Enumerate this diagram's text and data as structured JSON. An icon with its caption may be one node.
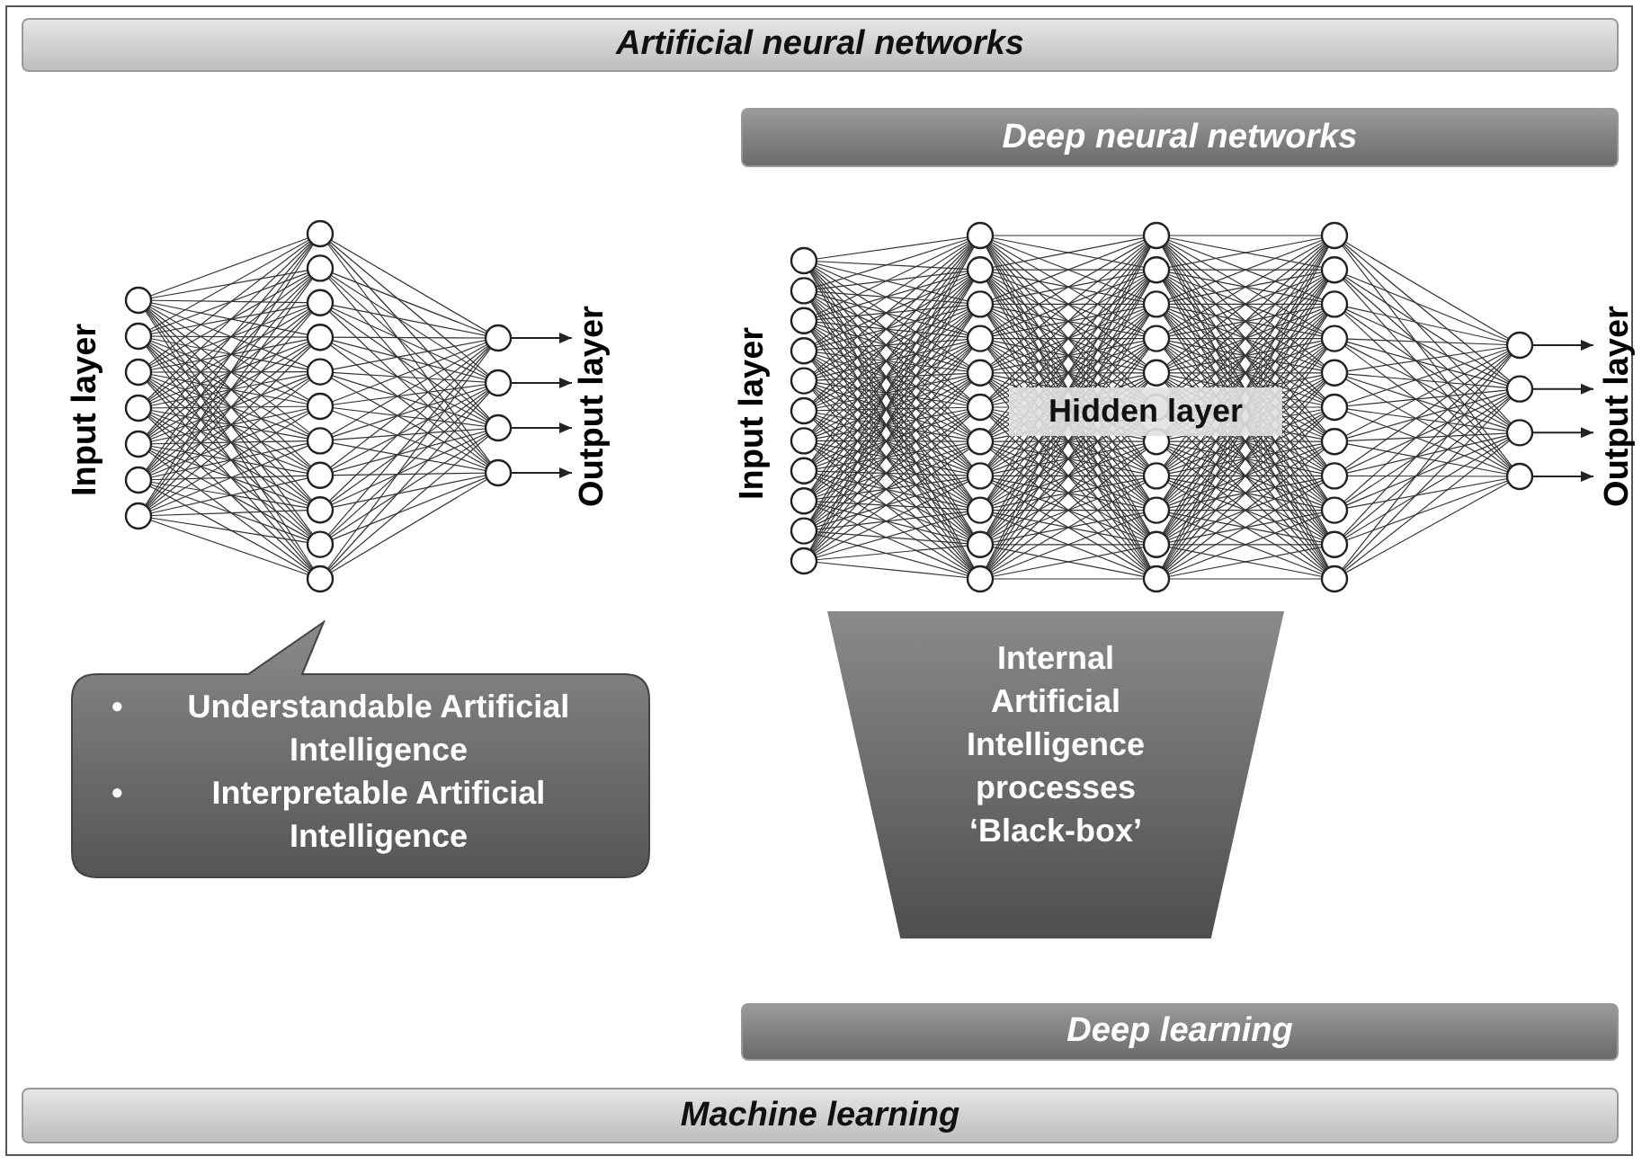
{
  "diagram": {
    "nodes": [
      {
        "text": [
          "Artificial neural networks"
        ]
      },
      {
        "text": [
          "Deep neural networks"
        ]
      },
      {
        "text": [
          "Understandable Artificial Intelligence",
          "Interpretable Artificial Intelligence"
        ]
      },
      {
        "text": [
          "Internal Artificial Intelligence processes ‘Black-box’"
        ]
      },
      {
        "text": [
          "Deep learning"
        ]
      },
      {
        "text": [
          "Machine learning"
        ]
      }
    ],
    "labels": [
      "Input layer",
      "Output layer",
      "Input layer",
      "Hidden layer",
      "Output layer",
      "•",
      "•"
    ]
  }
}
